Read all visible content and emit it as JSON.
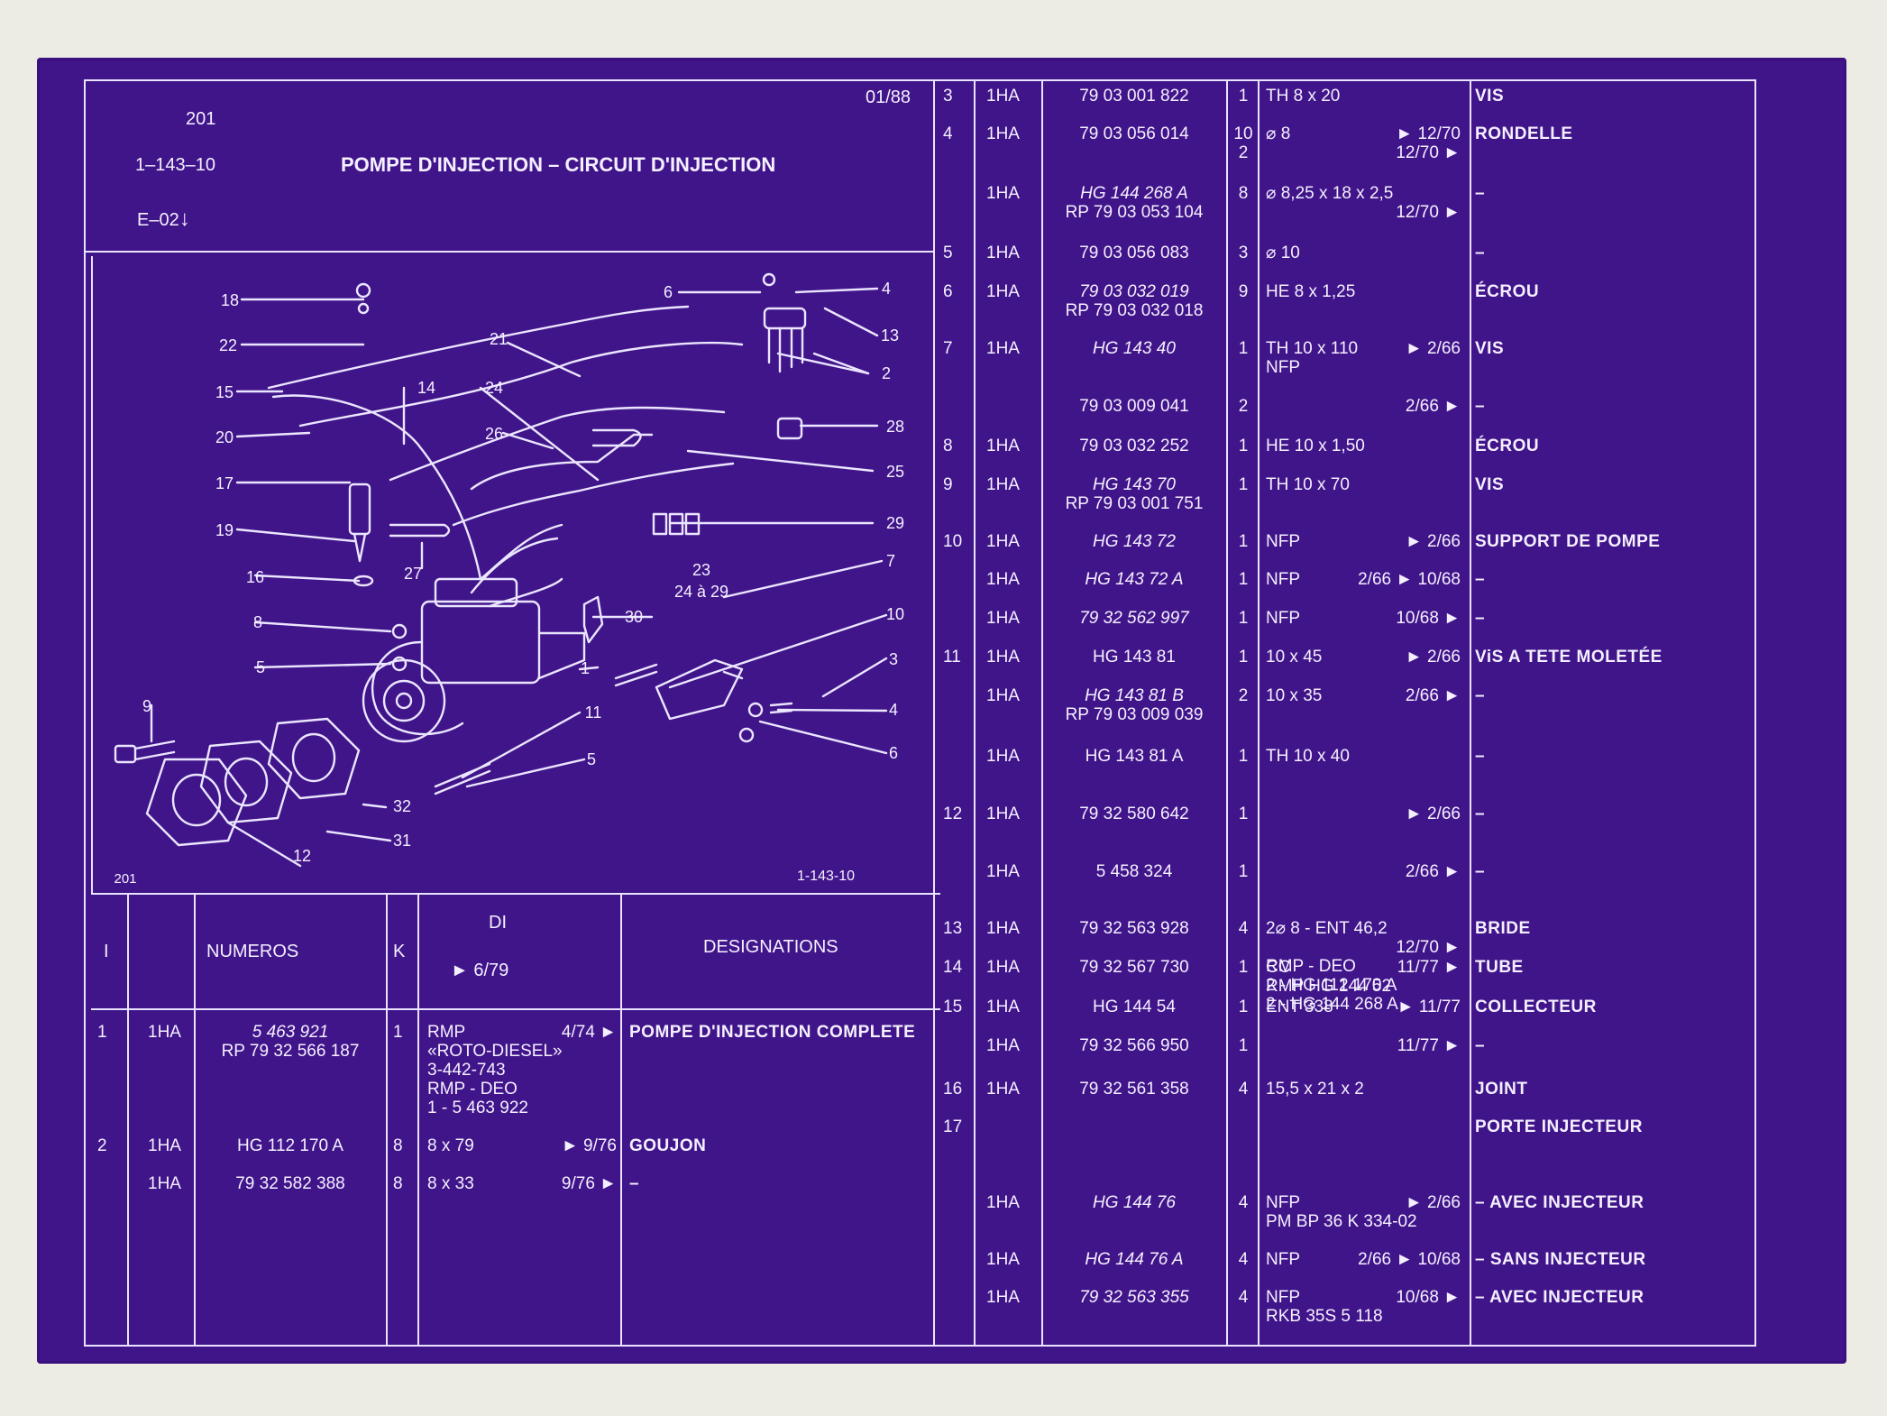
{
  "header": {
    "code": "201",
    "ref": "1–143–10",
    "title": "POMPE D'INJECTION – CIRCUIT D'INJECTION",
    "edition": "E–02",
    "date": "01/88"
  },
  "figure": {
    "code": "201",
    "ref": "1-143-10",
    "callouts": [
      "18",
      "22",
      "15",
      "20",
      "17",
      "19",
      "16",
      "8",
      "5",
      "9",
      "21",
      "14",
      "24",
      "26",
      "27",
      "6",
      "4",
      "13",
      "2",
      "28",
      "25",
      "29",
      "23",
      "24 à 29",
      "30",
      "7",
      "10",
      "3",
      "1",
      "11",
      "32",
      "31",
      "12"
    ]
  },
  "columns": {
    "i": "I",
    "numeros": "NUMEROS",
    "k": "K",
    "di": "DI",
    "di_sub": "► 6/79",
    "designations": "DESIGNATIONS"
  },
  "left_rows": [
    {
      "i": "1",
      "code": "1HA",
      "num": [
        "5 463 921",
        "RP 79 32 566 187"
      ],
      "k": "1",
      "di": [
        "RMP",
        "«ROTO-DIESEL»",
        "3-442-743",
        "RMP - DEO",
        "1 - 5 463 922"
      ],
      "di_right": "4/74 ►",
      "designation": "POMPE D'INJECTION COMPLETE"
    },
    {
      "i": "2",
      "code": "1HA",
      "num": [
        "HG 112 170 A"
      ],
      "k": "8",
      "di": [
        "8 x 79"
      ],
      "di_right": "► 9/76",
      "designation": "GOUJON"
    },
    {
      "i": "",
      "code": "1HA",
      "num": [
        "79 32 582 388"
      ],
      "k": "8",
      "di": [
        "8 x 33"
      ],
      "di_right": "9/76 ►",
      "designation": "–"
    }
  ],
  "right_rows": [
    {
      "i": "3",
      "code": "1HA",
      "num": [
        "79 03 001 822"
      ],
      "k": "1",
      "di": [
        "TH 8 x 20"
      ],
      "di_right": [
        ""
      ],
      "designation": "VIS"
    },
    {
      "i": "4",
      "code": "1HA",
      "num": [
        "79 03 056 014"
      ],
      "k": "10\n2",
      "di": [
        "⌀ 8"
      ],
      "di_right": [
        "► 12/70",
        "12/70 ►"
      ],
      "designation": "RONDELLE"
    },
    {
      "i": "",
      "code": "1HA",
      "num": [
        "HG 144 268 A",
        "RP 79 03 053 104"
      ],
      "k": "8",
      "di": [
        "⌀ 8,25 x 18 x 2,5"
      ],
      "di_right": [
        "",
        "12/70 ►"
      ],
      "designation": "–"
    },
    {
      "i": "5",
      "code": "1HA",
      "num": [
        "79 03 056 083"
      ],
      "k": "3",
      "di": [
        "⌀ 10"
      ],
      "di_right": [
        ""
      ],
      "designation": "–"
    },
    {
      "i": "6",
      "code": "1HA",
      "num": [
        "79 03 032 019",
        "RP 79 03 032 018"
      ],
      "k": "9",
      "di": [
        "HE 8 x 1,25"
      ],
      "di_right": [
        ""
      ],
      "designation": "ÉCROU"
    },
    {
      "i": "7",
      "code": "1HA",
      "num": [
        "HG 143 40"
      ],
      "k": "1",
      "di": [
        "TH 10 x 110",
        "NFP"
      ],
      "di_right": [
        "► 2/66"
      ],
      "designation": "VIS"
    },
    {
      "i": "",
      "code": "",
      "num": [
        "79 03 009 041"
      ],
      "k": "2",
      "di": [
        ""
      ],
      "di_right": [
        "2/66 ►"
      ],
      "designation": "–"
    },
    {
      "i": "8",
      "code": "1HA",
      "num": [
        "79 03 032 252"
      ],
      "k": "1",
      "di": [
        "HE 10 x 1,50"
      ],
      "di_right": [
        ""
      ],
      "designation": "ÉCROU"
    },
    {
      "i": "9",
      "code": "1HA",
      "num": [
        "HG 143 70",
        "RP 79 03 001 751"
      ],
      "k": "1",
      "di": [
        "TH 10 x 70"
      ],
      "di_right": [
        ""
      ],
      "designation": "VIS"
    },
    {
      "i": "10",
      "code": "1HA",
      "num": [
        "HG 143 72"
      ],
      "k": "1",
      "di": [
        "NFP"
      ],
      "di_right": [
        "► 2/66"
      ],
      "designation": "SUPPORT DE POMPE"
    },
    {
      "i": "",
      "code": "1HA",
      "num": [
        "HG 143 72 A"
      ],
      "k": "1",
      "di": [
        "NFP"
      ],
      "di_right": [
        "2/66 ► 10/68"
      ],
      "designation": "–"
    },
    {
      "i": "",
      "code": "1HA",
      "num": [
        "79 32 562 997"
      ],
      "k": "1",
      "di": [
        "NFP"
      ],
      "di_right": [
        "10/68 ►"
      ],
      "designation": "–"
    },
    {
      "i": "11",
      "code": "1HA",
      "num": [
        "HG 143 81"
      ],
      "k": "1",
      "di": [
        "10 x 45"
      ],
      "di_right": [
        "► 2/66"
      ],
      "designation": "ViS A TETE MOLETÉE"
    },
    {
      "i": "",
      "code": "1HA",
      "num": [
        "HG 143 81 B",
        "RP 79 03 009 039"
      ],
      "k": "2",
      "di": [
        "10 x 35"
      ],
      "di_right": [
        "2/66 ►"
      ],
      "designation": "–"
    },
    {
      "i": "",
      "code": "1HA",
      "num": [
        "HG 143 81 A"
      ],
      "k": "1",
      "di": [
        "TH 10 x 40"
      ],
      "di_right": [
        ""
      ],
      "designation": "–"
    },
    {
      "i": "12",
      "code": "1HA",
      "num": [
        "79 32 580 642"
      ],
      "k": "1",
      "di": [
        ""
      ],
      "di_right": [
        "► 2/66"
      ],
      "designation": "–"
    },
    {
      "i": "",
      "code": "1HA",
      "num": [
        "5 458 324"
      ],
      "k": "1",
      "di": [
        ""
      ],
      "di_right": [
        "2/66 ►"
      ],
      "designation": "–"
    },
    {
      "i": "13",
      "code": "1HA",
      "num": [
        "79 32 563 928"
      ],
      "k": "4",
      "di": [
        "2⌀ 8 - ENT 46,2",
        "",
        "RMP - DEO",
        "2 - HG 112 170 A",
        "2 - HG 144 268 A"
      ],
      "di_right": [
        "",
        "12/70 ►"
      ],
      "designation": "BRIDE"
    },
    {
      "i": "14",
      "code": "1HA",
      "num": [
        "79 32 567 730"
      ],
      "k": "1",
      "di": [
        "CC",
        "RMP HG 144 52"
      ],
      "di_right": [
        "11/77 ►"
      ],
      "designation": "TUBE"
    },
    {
      "i": "15",
      "code": "1HA",
      "num": [
        "HG 144 54"
      ],
      "k": "1",
      "di": [
        "ENT 338"
      ],
      "di_right": [
        "► 11/77"
      ],
      "designation": "COLLECTEUR"
    },
    {
      "i": "",
      "code": "1HA",
      "num": [
        "79 32 566 950"
      ],
      "k": "1",
      "di": [
        ""
      ],
      "di_right": [
        "11/77 ►"
      ],
      "designation": "–"
    },
    {
      "i": "16",
      "code": "1HA",
      "num": [
        "79 32 561 358"
      ],
      "k": "4",
      "di": [
        "15,5 x 21 x 2"
      ],
      "di_right": [
        ""
      ],
      "designation": "JOINT"
    },
    {
      "i": "17",
      "code": "",
      "num": [
        ""
      ],
      "k": "",
      "di": [
        ""
      ],
      "di_right": [
        ""
      ],
      "designation": "PORTE INJECTEUR"
    },
    {
      "i": "",
      "code": "1HA",
      "num": [
        "HG 144 76"
      ],
      "k": "4",
      "di": [
        "NFP",
        "PM BP 36 K 334-02"
      ],
      "di_right": [
        "► 2/66"
      ],
      "designation": "– AVEC INJECTEUR"
    },
    {
      "i": "",
      "code": "1HA",
      "num": [
        "HG 144 76 A"
      ],
      "k": "4",
      "di": [
        "NFP"
      ],
      "di_right": [
        "2/66 ► 10/68"
      ],
      "designation": "– SANS INJECTEUR"
    },
    {
      "i": "",
      "code": "1HA",
      "num": [
        "79 32 563 355"
      ],
      "k": "4",
      "di": [
        "NFP",
        "RKB 35S 5 118"
      ],
      "di_right": [
        "10/68 ►"
      ],
      "designation": "– AVEC INJECTEUR"
    }
  ]
}
